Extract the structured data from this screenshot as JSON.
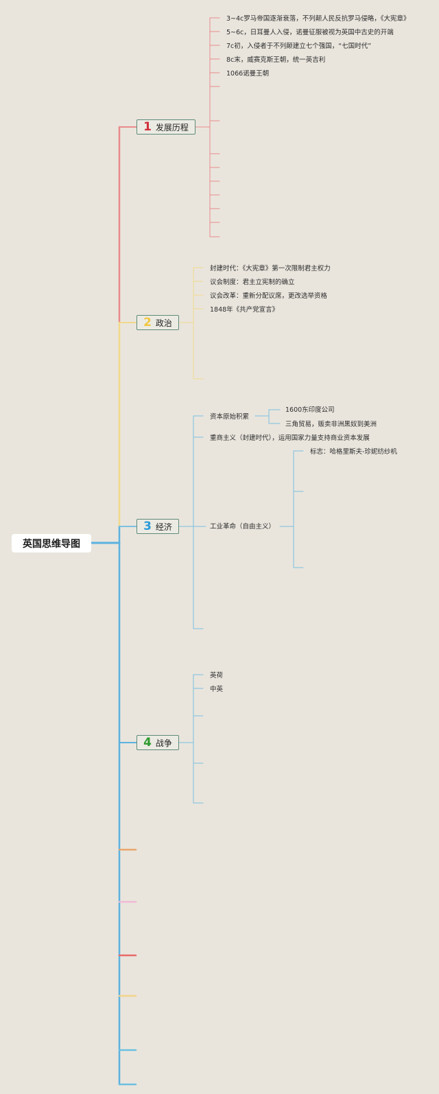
{
  "root": {
    "title": "英国思维导图"
  },
  "colors": {
    "red": "#e98a8a",
    "yellow": "#f2d98a",
    "blue": "#7cc0e0",
    "spine": "#5bb2e0",
    "num1": "#d0303c",
    "num2": "#f0c640",
    "num3": "#2a9ad8",
    "num4": "#2e9a2e",
    "extra_orange": "#eba56a",
    "extra_pink": "#f2b9d5",
    "extra_red": "#e86a6a",
    "extra_yellow": "#f2d48a",
    "extra_blue": "#6cc0e0"
  },
  "branches": [
    {
      "num": "1",
      "label": "发展历程",
      "items": [
        "3~4c罗马帝国逐渐衰落，不列颠人民反抗罗马侵略，《大宪章》",
        "5~6c，日耳曼人入侵，诺曼征服被视为英国中古史的开端",
        "7c初，入侵者于不列颠建立七个强国，“七国时代”",
        "8c末，威赛克斯王朝，统一英吉利",
        "1066诺曼王朝"
      ]
    },
    {
      "num": "2",
      "label": "政治",
      "items": [
        "封建时代：《大宪章》第一次限制君主权力",
        "议会制度：君主立宪制的确立",
        "议会改革：重新分配议席，更改选举资格",
        "1848年《共产党宣言》"
      ]
    },
    {
      "num": "3",
      "label": "经济",
      "items": [
        {
          "label": "资本原始积累",
          "children": [
            "1600东印度公司",
            "三角贸易，贩卖非洲黑奴到美洲"
          ]
        },
        {
          "label": "重商主义（封建时代），运用国家力量支持商业资本发展"
        },
        {
          "label": "工业革命（自由主义）",
          "children": [
            "标志：哈格里斯夫-珍妮纺纱机"
          ]
        }
      ]
    },
    {
      "num": "4",
      "label": "战争",
      "items": [
        "英荷",
        "中英"
      ]
    }
  ]
}
